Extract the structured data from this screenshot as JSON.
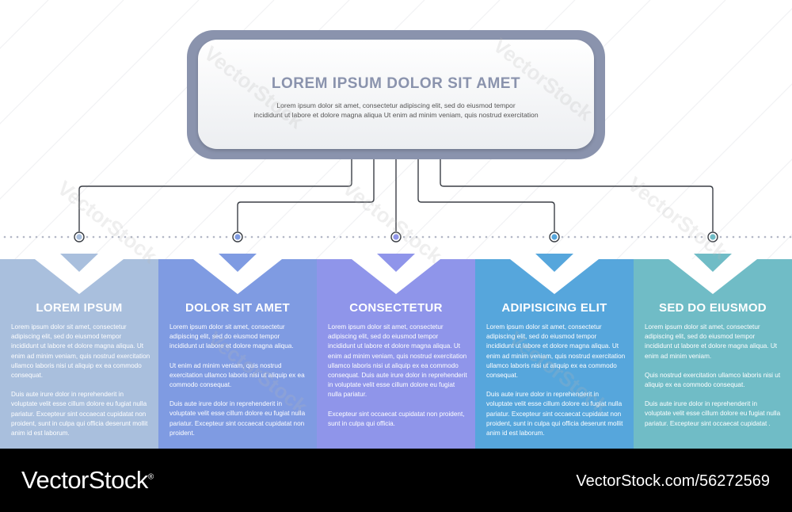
{
  "header": {
    "title": "LOREM IPSUM DOLOR SIT AMET",
    "body_line1": "Lorem ipsum dolor sit amet, consectetur adipiscing elit, sed do eiusmod tempor",
    "body_line2": "incididunt ut labore et dolore magna aliqua Ut enim ad minim veniam, quis nostrud exercitation"
  },
  "colors": {
    "frame": "#8a93ad",
    "col1": "#a9bfdd",
    "col2": "#7f9be2",
    "col3": "#8f95ea",
    "col4": "#56a6dc",
    "col5": "#70bcc6"
  },
  "columns": [
    {
      "title": "LOREM IPSUM",
      "p1": "Lorem ipsum dolor sit amet, consectetur adipiscing elit, sed do eiusmod tempor incididunt ut labore et dolore magna aliqua. Ut enim ad minim veniam, quis nostrud exercitation ullamco laboris nisi ut aliquip ex ea commodo consequat.",
      "p2": "Duis aute irure dolor in reprehenderit in voluptate velit esse cillum dolore eu fugiat nulla pariatur. Excepteur sint occaecat cupidatat non proident, sunt in culpa qui officia deserunt mollit anim id est laborum.",
      "p3": ""
    },
    {
      "title": "DOLOR SIT AMET",
      "p1": "Lorem ipsum dolor sit amet, consectetur adipiscing elit, sed do eiusmod tempor incididunt ut labore et dolore magna aliqua.",
      "p2": "Ut enim ad minim veniam, quis nostrud exercitation ullamco laboris nisi ut aliquip ex ea commodo consequat.",
      "p3": "Duis aute irure dolor in reprehenderit in voluptate velit esse cillum dolore eu fugiat nulla pariatur. Excepteur sint occaecat cupidatat non proident."
    },
    {
      "title": "CONSECTETUR",
      "p1": "Lorem ipsum dolor sit amet, consectetur adipiscing elit, sed do eiusmod tempor incididunt ut labore et dolore magna aliqua. Ut enim ad minim veniam, quis nostrud exercitation ullamco laboris nisi ut aliquip ex ea commodo consequat.  Duis aute irure dolor in reprehenderit in voluptate velit esse cillum dolore eu fugiat nulla pariatur.",
      "p2": "Excepteur sint occaecat cupidatat non proident, sunt in culpa qui officia.",
      "p3": ""
    },
    {
      "title": "ADIPISICING ELIT",
      "p1": "Lorem ipsum dolor sit amet, consectetur adipiscing elit, sed do eiusmod tempor incididunt ut labore et dolore magna aliqua. Ut enim ad minim veniam, quis nostrud exercitation ullamco laboris nisi ut aliquip ex ea commodo consequat.",
      "p2": "Duis aute irure dolor in reprehenderit in voluptate velit esse cillum dolore eu fugiat nulla pariatur. Excepteur sint occaecat cupidatat non proident, sunt in culpa qui officia deserunt mollit anim id est laborum.",
      "p3": ""
    },
    {
      "title": "SED DO EIUSMOD",
      "p1": "Lorem ipsum dolor sit amet, consectetur adipiscing elit, sed do eiusmod tempor incididunt ut labore et dolore magna aliqua. Ut enim ad minim veniam.",
      "p2": "Quis nostrud exercitation ullamco laboris nisi ut aliquip ex ea commodo consequat.",
      "p3": "Duis aute irure dolor in reprehenderit in voluptate velit esse cillum dolore eu fugiat nulla pariatur. Excepteur sint occaecat cupidatat ."
    }
  ],
  "watermark": "VectorStock",
  "footer": {
    "brand": "VectorStock",
    "trademark": "®",
    "url": "VectorStock.com/56272569"
  }
}
